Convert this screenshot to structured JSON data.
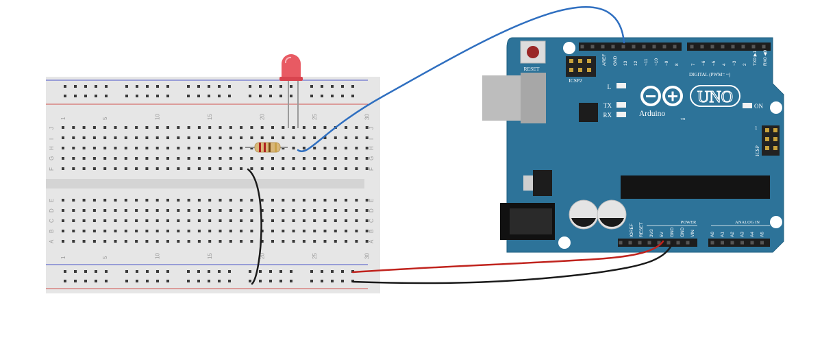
{
  "breadboard": {
    "column_numbers": [
      "1",
      "5",
      "10",
      "15",
      "20",
      "25",
      "30"
    ],
    "row_letters_top": [
      "J",
      "I",
      "H",
      "G",
      "F"
    ],
    "row_letters_bottom": [
      "E",
      "D",
      "C",
      "B",
      "A"
    ]
  },
  "arduino": {
    "reset_label": "RESET",
    "icsp2_label": "ICSP2",
    "icsp_label": "ICSP",
    "l_label": "L",
    "tx_label": "TX",
    "rx_label": "RX",
    "on_label": "ON",
    "brand_label": "Arduino",
    "tm_label": "TM",
    "model_label": "UNO",
    "digital_label": "DIGITAL (PWM= ~)",
    "power_label": "POWER",
    "analog_label": "ANALOG IN",
    "ioref_label": "IOREF",
    "reset_pin_label": "RESET",
    "v33_label": "3V3",
    "v5_label": "5V",
    "gnd1_label": "GND",
    "gnd2_label": "GND",
    "vin_label": "VIN",
    "aref_label": "AREF",
    "gnd_top_label": "GND",
    "icsp_one_label": "1",
    "digital_pins": [
      "13",
      "12",
      "~11",
      "~10",
      "~9",
      "8",
      "7",
      "~6",
      "~5",
      "4",
      "~3",
      "2",
      "TX0 ▶1",
      "RX0 ◀0"
    ],
    "analog_pins": [
      "A0",
      "A1",
      "A2",
      "A3",
      "A4",
      "A5"
    ]
  },
  "colors": {
    "board": "#2d7399",
    "board_edge": "#1f5f80",
    "breadboard": "#e6e6e6",
    "rail_blue": "#4a54c8",
    "rail_red": "#d0524f",
    "wire_blue": "#2f6fc0",
    "wire_red": "#c0231d",
    "wire_black": "#1a1a1a",
    "led": "#e85a63"
  }
}
